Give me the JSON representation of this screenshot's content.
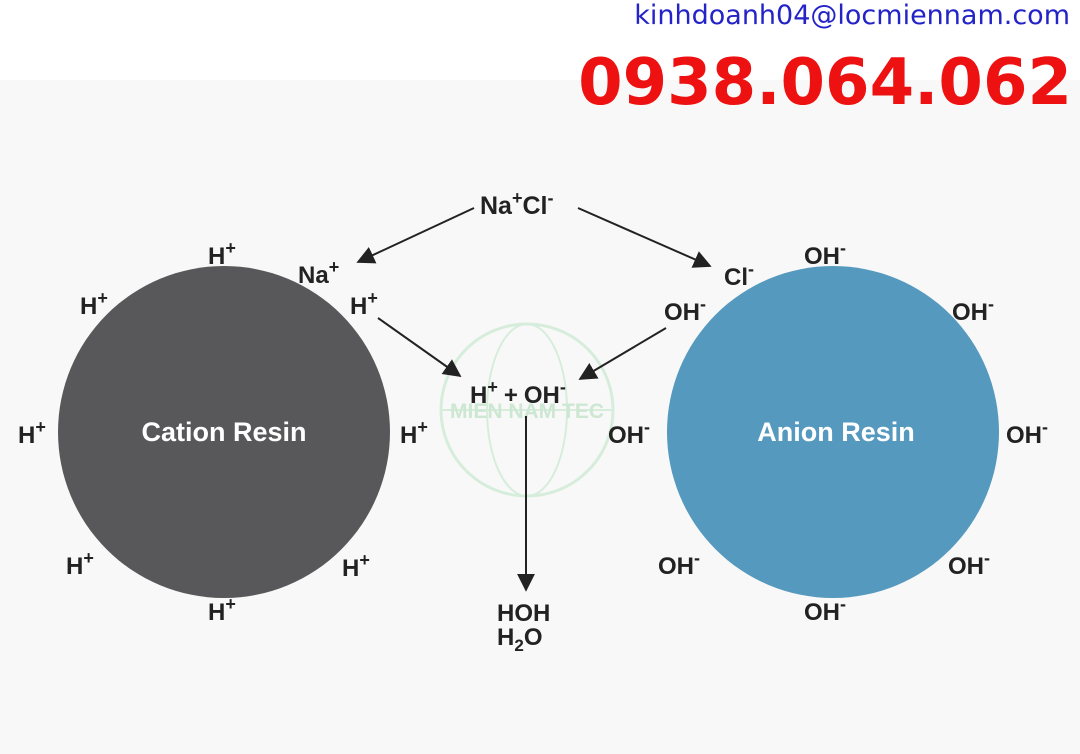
{
  "header": {
    "email": "kinhdoanh04@locmiennam.com",
    "phone": "0938.064.062"
  },
  "watermark": {
    "text": "MIEN NAM TEC"
  },
  "diagram": {
    "cation_resin_label": "Cation Resin",
    "anion_resin_label": "Anion Resin",
    "input_salt": {
      "na": "Na",
      "na_sup": "+",
      "cl": "Cl",
      "cl_sup": "-"
    },
    "released_na": {
      "base": "Na",
      "sup": "+"
    },
    "released_cl": {
      "base": "Cl",
      "sup": "-"
    },
    "reaction": {
      "h": "H",
      "h_sup": "+",
      "plus": "+",
      "oh": "OH",
      "oh_sup": "-"
    },
    "product": {
      "line1": "HOH",
      "line2_base": "H",
      "line2_sub": "2",
      "line2_end": "O"
    },
    "cation_ion": {
      "base": "H",
      "sup": "+"
    },
    "anion_ion": {
      "base": "OH",
      "sup": "-"
    }
  },
  "colors": {
    "cation_resin": "#58585a",
    "anion_resin": "#5599bf",
    "phone": "#ee1111",
    "email": "#2323c8"
  }
}
